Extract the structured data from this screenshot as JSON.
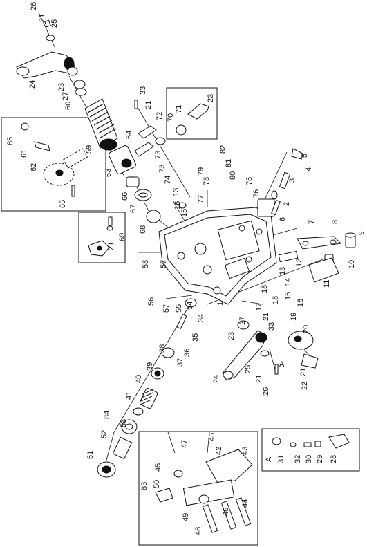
{
  "labels": {
    "n1": "1",
    "n2": "2",
    "n3": "3",
    "n4": "4",
    "n5": "5",
    "n6": "6",
    "n7": "7",
    "n8": "8",
    "n9": "9",
    "n10": "10",
    "n11": "11",
    "n12": "12",
    "n13a": "13",
    "n13b": "13",
    "n14": "14",
    "n15a": "15",
    "n15b": "15",
    "n16a": "16",
    "n16b": "16",
    "n17": "17",
    "n18a": "18",
    "n18b": "18",
    "n19": "19",
    "n20": "20",
    "n21a": "21",
    "n21b": "21",
    "n21c": "21",
    "n21d": "21",
    "n21e": "21",
    "n21f": "21",
    "n22": "22",
    "n23a": "23",
    "n23b": "23",
    "n23c": "23",
    "n24a": "24",
    "n24b": "24",
    "n25a": "25",
    "n25b": "25",
    "n26a": "26",
    "n26b": "26",
    "n27a": "27",
    "n27b": "27",
    "n28": "28",
    "n29": "29",
    "n30": "30",
    "n31": "31",
    "n32": "32",
    "n33a": "33",
    "n33b": "33",
    "n34": "34",
    "n35": "35",
    "n36": "36",
    "n37": "37",
    "n38": "38",
    "n39": "39",
    "n40": "40",
    "n41": "41",
    "n42": "42",
    "n43": "43",
    "n44": "44",
    "n45a": "45",
    "n45b": "45",
    "n46": "46",
    "n47": "47",
    "n48": "48",
    "n49": "49",
    "n50": "50",
    "n51": "51",
    "n52": "52",
    "n53": "53",
    "n54": "54",
    "n55": "55",
    "n56": "56",
    "n57a": "57",
    "n57b": "57",
    "n58": "58",
    "n59": "59",
    "n60": "60",
    "n61": "61",
    "n62": "62",
    "n63": "63",
    "n64": "64",
    "n65": "65",
    "n66": "66",
    "n67": "67",
    "n68": "68",
    "n69": "69",
    "n70": "70",
    "n71": "71",
    "n72": "72",
    "n73a": "73",
    "n73b": "73",
    "n74": "74",
    "n75": "75",
    "n76": "76",
    "n77": "77",
    "n78": "78",
    "n79": "79",
    "n80": "80",
    "n81": "81",
    "n82": "82",
    "n83": "83",
    "n84": "84",
    "n85": "85",
    "detailA1": "A",
    "detailA2": "A"
  }
}
